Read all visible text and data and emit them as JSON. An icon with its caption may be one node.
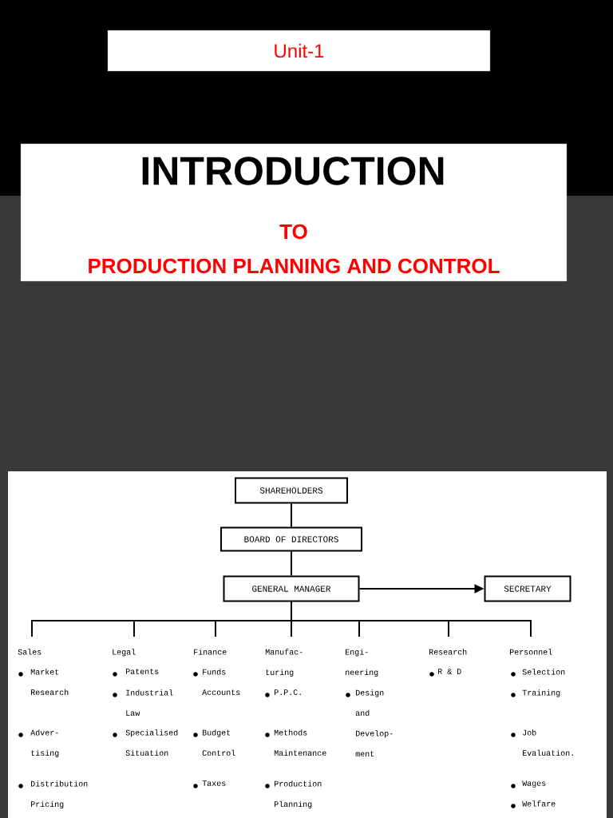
{
  "diagram": {
    "nodes": [
      {
        "text": [
          "Unit-1"
        ]
      },
      {
        "text": [
          "INTRODUCTION",
          "TO",
          "PRODUCTION PLANNING AND CONTROL"
        ]
      },
      {
        "text": [
          "SHAREHOLDERS"
        ]
      },
      {
        "text": [
          "BOARD OF DIRECTORS"
        ]
      },
      {
        "text": [
          "GENERAL MANAGER"
        ]
      },
      {
        "text": [
          "SECRETARY"
        ]
      },
      {
        "text": [
          "Sales",
          "Market Research",
          "Adver- tising",
          "Distribution Pricing"
        ]
      },
      {
        "text": [
          "Legal",
          "Patents",
          "Industrial Law",
          "Specialised Situation"
        ]
      },
      {
        "text": [
          "Finance",
          "Funds Accounts",
          "Budget Control",
          "Taxes"
        ]
      },
      {
        "text": [
          "Manufac- turing",
          "P.P.C.",
          "Methods Maintenance",
          "Production Planning"
        ]
      },
      {
        "text": [
          "Engi- neering",
          "Design and Develop- ment"
        ]
      },
      {
        "text": [
          "Research",
          "R & D"
        ]
      },
      {
        "text": [
          "Personnel",
          "Selection",
          "Training",
          "Job Evaluation.",
          "Wages",
          "Welfare"
        ]
      }
    ],
    "edges": [
      {
        "from": 2,
        "to": 3,
        "arrow": "none"
      },
      {
        "from": 3,
        "to": 4,
        "arrow": "none"
      },
      {
        "from": 4,
        "to": 5,
        "arrow": "to"
      },
      {
        "from": 4,
        "to": 6,
        "arrow": "none"
      },
      {
        "from": 4,
        "to": 7,
        "arrow": "none"
      },
      {
        "from": 4,
        "to": 8,
        "arrow": "none"
      },
      {
        "from": 4,
        "to": 9,
        "arrow": "none"
      },
      {
        "from": 4,
        "to": 10,
        "arrow": "none"
      },
      {
        "from": 4,
        "to": 11,
        "arrow": "none"
      },
      {
        "from": 4,
        "to": 12,
        "arrow": "none"
      }
    ]
  }
}
